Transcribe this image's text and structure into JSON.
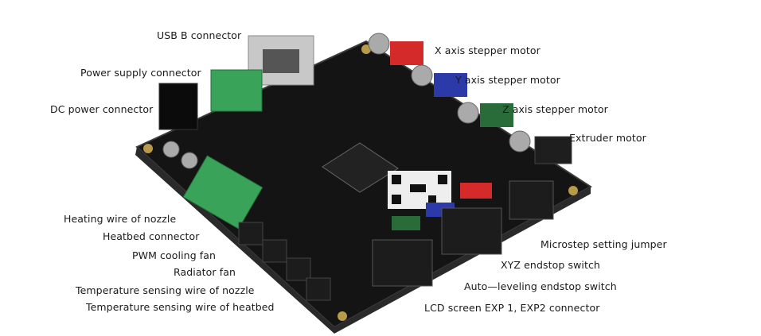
{
  "labels": {
    "usb_b": "USB B connector",
    "power_supply": "Power supply connector",
    "dc_power": "DC power connector",
    "x_motor": "X axis stepper motor",
    "y_motor": "Y axis stepper motor",
    "z_motor": "Z axis stepper motor",
    "extruder": "Extruder motor",
    "heating_nozzle": "Heating wire of nozzle",
    "heatbed": "Heatbed connector",
    "pwm_fan": "PWM cooling fan",
    "radiator_fan": "Radiator fan",
    "temp_nozzle": "Temperature sensing wire of nozzle",
    "temp_heatbed": "Temperature sensing wire of heatbed",
    "microstep": "Microstep setting jumper",
    "xyz_endstop": "XYZ endstop switch",
    "auto_level": "Auto—leveling endstop switch",
    "lcd": "LCD screen EXP 1, EXP2 connector"
  },
  "colors": {
    "board": "#141414",
    "terminal_green": "#3aa35a",
    "x_connector": "#d42a2a",
    "y_connector": "#2b3aa8",
    "z_connector": "#2a6b3a",
    "usb_silver": "#c8c8c8"
  }
}
